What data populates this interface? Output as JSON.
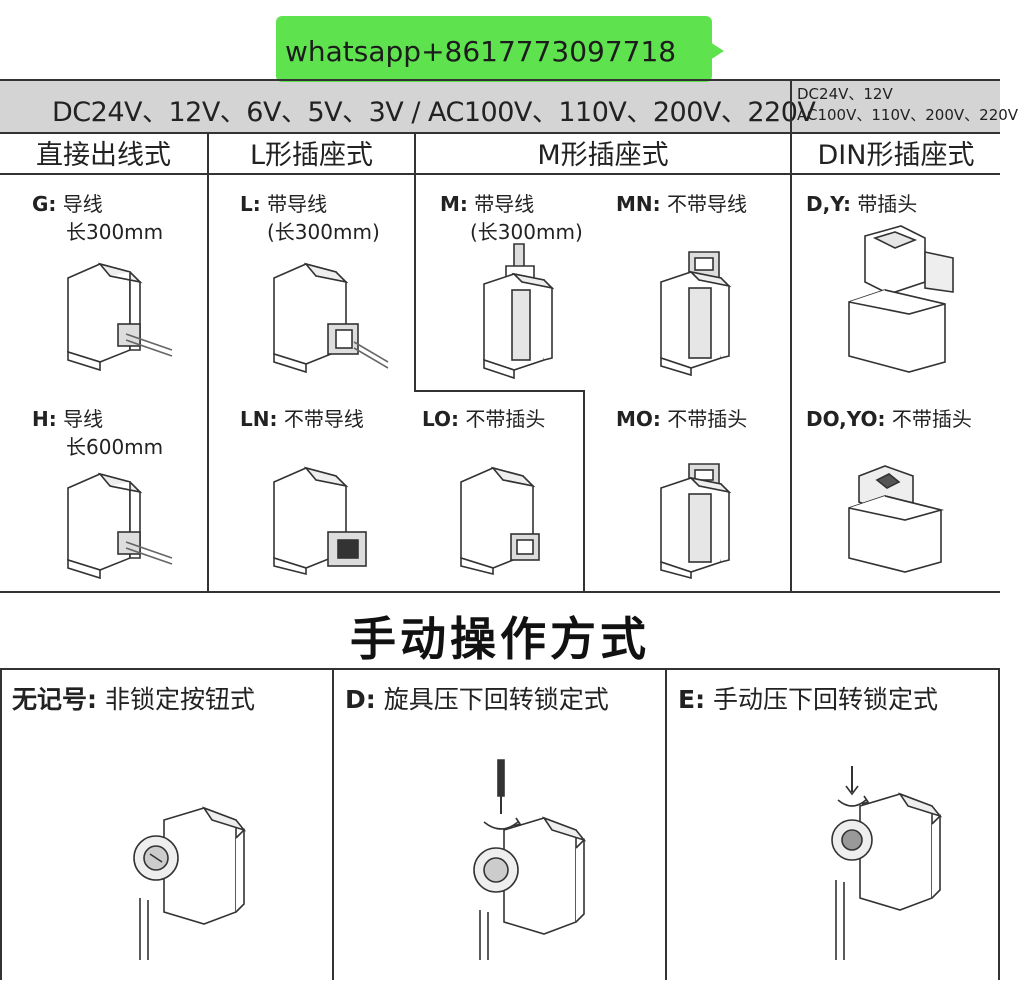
{
  "watermark": {
    "text": "whatsapp+8617773097718"
  },
  "voltage": {
    "main": "DC24V、12V、6V、5V、3V / AC100V、110V、200V、220V",
    "din_line1": "DC24V、12V",
    "din_line2": "AC100V、110V、200V、220V"
  },
  "headers": {
    "direct": "直接出线式",
    "l_socket": "L形插座式",
    "m_socket": "M形插座式",
    "din_socket": "DIN形插座式"
  },
  "items": {
    "g": {
      "code": "G:",
      "desc": "导线",
      "sub": "长300mm"
    },
    "h": {
      "code": "H:",
      "desc": "导线",
      "sub": "长600mm"
    },
    "l": {
      "code": "L:",
      "desc": "带导线",
      "sub": "(长300mm)"
    },
    "ln": {
      "code": "LN:",
      "desc": "不带导线"
    },
    "lo": {
      "code": "LO:",
      "desc": "不带插头"
    },
    "m": {
      "code": "M:",
      "desc": "带导线",
      "sub": "(长300mm)"
    },
    "mn": {
      "code": "MN:",
      "desc": "不带导线"
    },
    "mo": {
      "code": "MO:",
      "desc": "不带插头"
    },
    "dy": {
      "code": "D,Y:",
      "desc": "带插头"
    },
    "doyo": {
      "code": "DO,YO:",
      "desc": "不带插头"
    }
  },
  "manual": {
    "title": "手动操作方式",
    "none": {
      "code": "无记号:",
      "desc": "非锁定按钮式"
    },
    "d": {
      "code": "D:",
      "desc": "旋具压下回转锁定式"
    },
    "e": {
      "code": "E:",
      "desc": "手动压下回转锁定式"
    }
  }
}
